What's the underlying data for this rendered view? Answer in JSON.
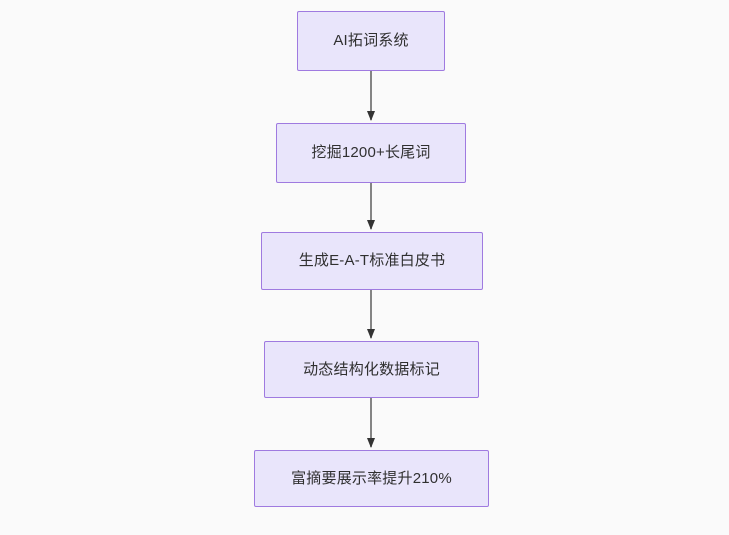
{
  "diagram": {
    "type": "flowchart",
    "direction": "top-to-bottom",
    "background_color": "#fafafa",
    "node_fill_color": "#e9e5fb",
    "node_border_color": "#9f7ae0",
    "node_text_color": "#303030",
    "edge_color": "#666666",
    "nodes": [
      {
        "id": "n0",
        "label": "AI拓词系统"
      },
      {
        "id": "n1",
        "label": "挖掘1200+长尾词"
      },
      {
        "id": "n2",
        "label": "生成E-A-T标准白皮书"
      },
      {
        "id": "n3",
        "label": "动态结构化数据标记"
      },
      {
        "id": "n4",
        "label": "富摘要展示率提升210%"
      }
    ],
    "edges": [
      {
        "from": "n0",
        "to": "n1",
        "arrow": "single"
      },
      {
        "from": "n1",
        "to": "n2",
        "arrow": "single"
      },
      {
        "from": "n2",
        "to": "n3",
        "arrow": "single"
      },
      {
        "from": "n3",
        "to": "n4",
        "arrow": "single"
      }
    ]
  }
}
